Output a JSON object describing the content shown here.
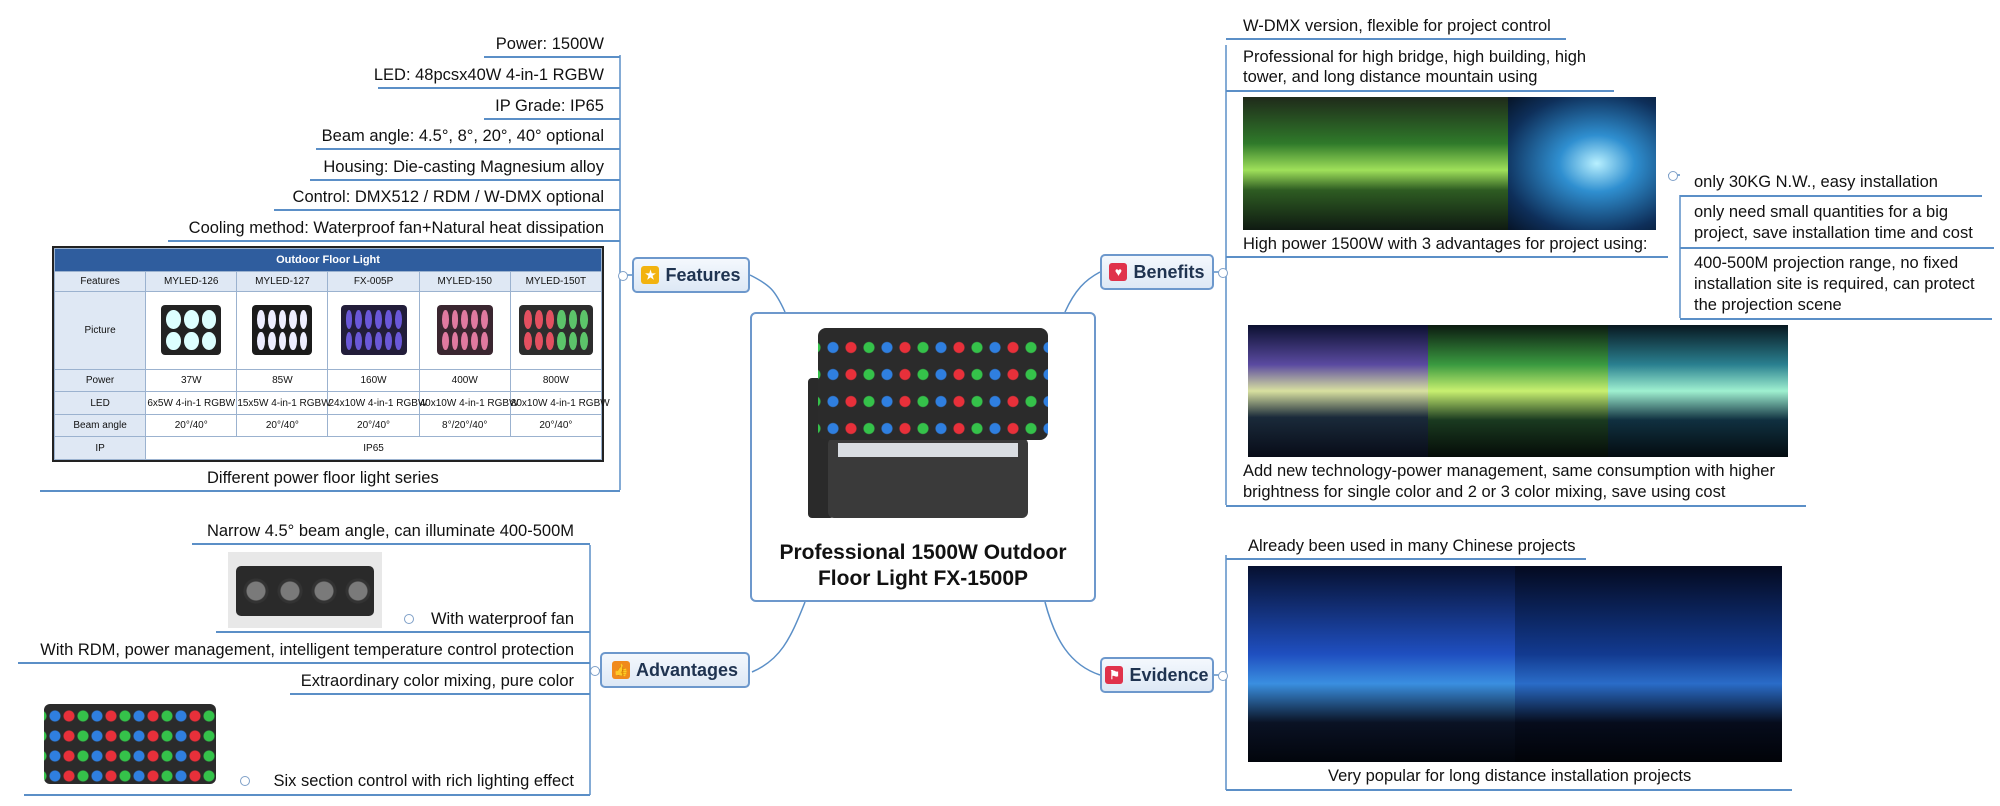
{
  "central": {
    "title_line1": "Professional 1500W Outdoor",
    "title_line2": "Floor Light FX-1500P"
  },
  "features": {
    "label": "Features",
    "items": [
      "Power: 1500W",
      "LED: 48pcsx40W 4-in-1 RGBW",
      "IP Grade: IP65",
      "Beam angle: 4.5°, 8°, 20°, 40° optional",
      "Housing: Die-casting Magnesium alloy",
      "Control: DMX512 / RDM / W-DMX optional",
      "Cooling method: Waterproof fan+Natural heat dissipation"
    ],
    "series_caption": "Different power floor light series",
    "table": {
      "title": "Outdoor Floor Light",
      "header": [
        "Features",
        "MYLED-126",
        "MYLED-127",
        "FX-005P",
        "MYLED-150",
        "MYLED-150T"
      ],
      "picture_label": "Picture",
      "rows": [
        [
          "Power",
          "37W",
          "85W",
          "160W",
          "400W",
          "800W"
        ],
        [
          "LED",
          "6x5W 4-in-1 RGBW",
          "15x5W 4-in-1 RGBW",
          "24x10W 4-in-1 RGBW",
          "40x10W 4-in-1 RGBW",
          "80x10W 4-in-1 RGBW"
        ],
        [
          "Beam angle",
          "20°/40°",
          "20°/40°",
          "20°/40°",
          "8°/20°/40°",
          "20°/40°"
        ]
      ],
      "ip_label": "IP",
      "ip_value": "IP65"
    }
  },
  "advantages": {
    "label": "Advantages",
    "items": [
      "Narrow 4.5° beam angle, can illuminate 400-500M",
      "With waterproof fan",
      "With RDM, power management, intelligent temperature control protection",
      "Extraordinary color mixing, pure color",
      "Six section control with rich lighting effect"
    ]
  },
  "benefits": {
    "label": "Benefits",
    "items": [
      "W-DMX version, flexible for project control",
      "Professional for high bridge, high building, high",
      "tower, and long distance mountain using",
      "High power 1500W with 3 advantages for project using:",
      "Add new technology-power management, same consumption with higher",
      "brightness for single color and 2 or 3 color mixing, save using cost"
    ],
    "sub": [
      "only 30KG N.W., easy installation",
      "only need small quantities for a big",
      "project, save installation time and cost",
      "400-500M projection range, no fixed",
      "installation site is required, can protect",
      "the projection scene"
    ]
  },
  "evidence": {
    "label": "Evidence",
    "items": [
      "Already been used in many Chinese projects",
      "Very popular for long distance installation projects"
    ]
  },
  "colors": {
    "line": "#5b8fc7",
    "node_border": "#6d98cc",
    "table_header": "#2f5d9e"
  },
  "icons": {
    "features": "star-icon",
    "benefits": "heart-icon",
    "advantages": "thumbs-up-icon",
    "evidence": "flag-icon"
  }
}
